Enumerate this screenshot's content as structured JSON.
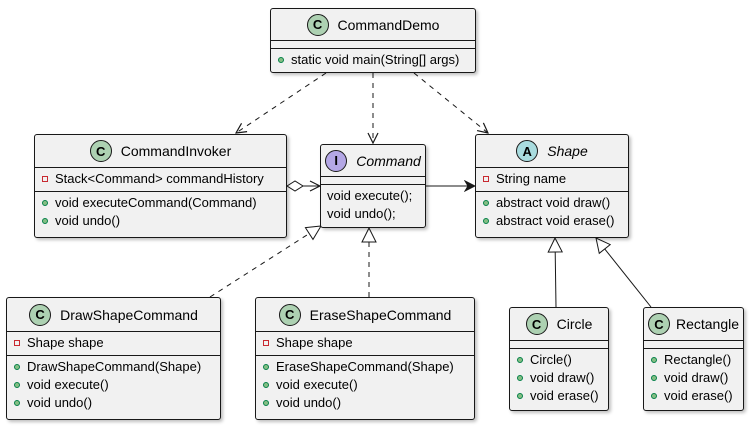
{
  "classes": {
    "command_demo": {
      "name": "CommandDemo",
      "stereotype": "C",
      "fields": [],
      "methods": [
        "static void main(String[] args)"
      ]
    },
    "command_invoker": {
      "name": "CommandInvoker",
      "stereotype": "C",
      "fields": [
        "Stack<Command> commandHistory"
      ],
      "methods": [
        "void executeCommand(Command)",
        "void undo()"
      ]
    },
    "command": {
      "name": "Command",
      "stereotype": "I",
      "fields": [],
      "methods": [
        "void execute();",
        "void undo();"
      ]
    },
    "shape": {
      "name": "Shape",
      "stereotype": "A",
      "fields": [
        "String name"
      ],
      "methods": [
        "abstract void draw()",
        "abstract void erase()"
      ]
    },
    "draw_shape_command": {
      "name": "DrawShapeCommand",
      "stereotype": "C",
      "fields": [
        "Shape shape"
      ],
      "methods": [
        "DrawShapeCommand(Shape)",
        "void execute()",
        "void undo()"
      ]
    },
    "erase_shape_command": {
      "name": "EraseShapeCommand",
      "stereotype": "C",
      "fields": [
        "Shape shape"
      ],
      "methods": [
        "EraseShapeCommand(Shape)",
        "void execute()",
        "void undo()"
      ]
    },
    "circle": {
      "name": "Circle",
      "stereotype": "C",
      "fields": [],
      "methods": [
        "Circle()",
        "void draw()",
        "void erase()"
      ]
    },
    "rectangle": {
      "name": "Rectangle",
      "stereotype": "C",
      "fields": [],
      "methods": [
        "Rectangle()",
        "void draw()",
        "void erase()"
      ]
    }
  },
  "colors": {
    "class_icon": "#add1b2",
    "interface_icon": "#b4a7e5",
    "abstract_icon": "#a9dcdf",
    "box_fill": "#f1f1f1",
    "line": "#181818",
    "public_marker": "#84be84",
    "private_marker": "#c82930"
  }
}
